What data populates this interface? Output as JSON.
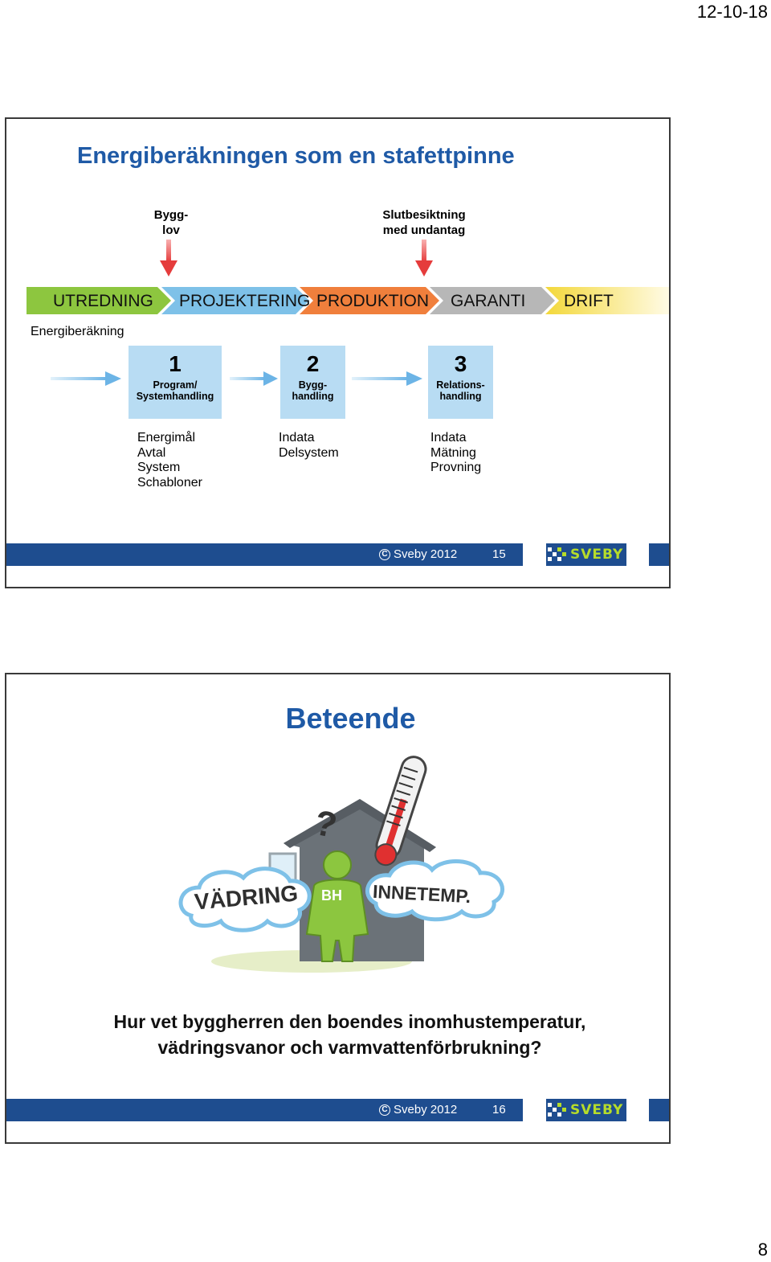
{
  "page": {
    "date": "12-10-18",
    "number": "8"
  },
  "slide1": {
    "title": "Energiberäkningen som en stafettpinne",
    "milestones": [
      {
        "line1": "Bygg-",
        "line2": "lov"
      },
      {
        "line1": "Slutbesiktning",
        "line2": "med undantag"
      }
    ],
    "phases": [
      {
        "label": "UTREDNING",
        "color": "#8dc63f"
      },
      {
        "label": "PROJEKTERING",
        "color": "#7ec1e8"
      },
      {
        "label": "PRODUKTION",
        "color": "#f07f3c"
      },
      {
        "label": "GARANTI",
        "color": "#b7b7b7"
      },
      {
        "label": "DRIFT",
        "color": "#f6e04c"
      }
    ],
    "side_label": "Energiberäkning",
    "steps": [
      {
        "number": "1",
        "caption1": "Program/",
        "caption2": "Systemhandling"
      },
      {
        "number": "2",
        "caption1": "Bygg-",
        "caption2": "handling"
      },
      {
        "number": "3",
        "caption1": "Relations-",
        "caption2": "handling"
      }
    ],
    "lists": [
      [
        "Energimål",
        "Avtal",
        "System",
        "Schabloner"
      ],
      [
        "Indata",
        "Delsystem"
      ],
      [
        "Indata",
        "Mätning",
        "Provning"
      ]
    ],
    "footer": {
      "copyright": "Sveby 2012",
      "slide_number": "15",
      "logo_text": "SVEBY"
    }
  },
  "slide2": {
    "title": "Beteende",
    "bubble_left": "VÄDRING",
    "bubble_right": "INNETEMP.",
    "person_label": "BH",
    "question_mark": "?",
    "question_line1": "Hur vet byggherren den boendes inomhustemperatur,",
    "question_line2": "vädringsvanor och varmvattenförbrukning?",
    "footer": {
      "copyright": "Sveby 2012",
      "slide_number": "16",
      "logo_text": "SVEBY"
    }
  },
  "colors": {
    "title_blue": "#1f5aa6",
    "footer_blue": "#1e4d8f",
    "logo_green": "#b6dc2a",
    "arrow_red": "#e53c3c",
    "step_box": "#b8dcf3"
  }
}
